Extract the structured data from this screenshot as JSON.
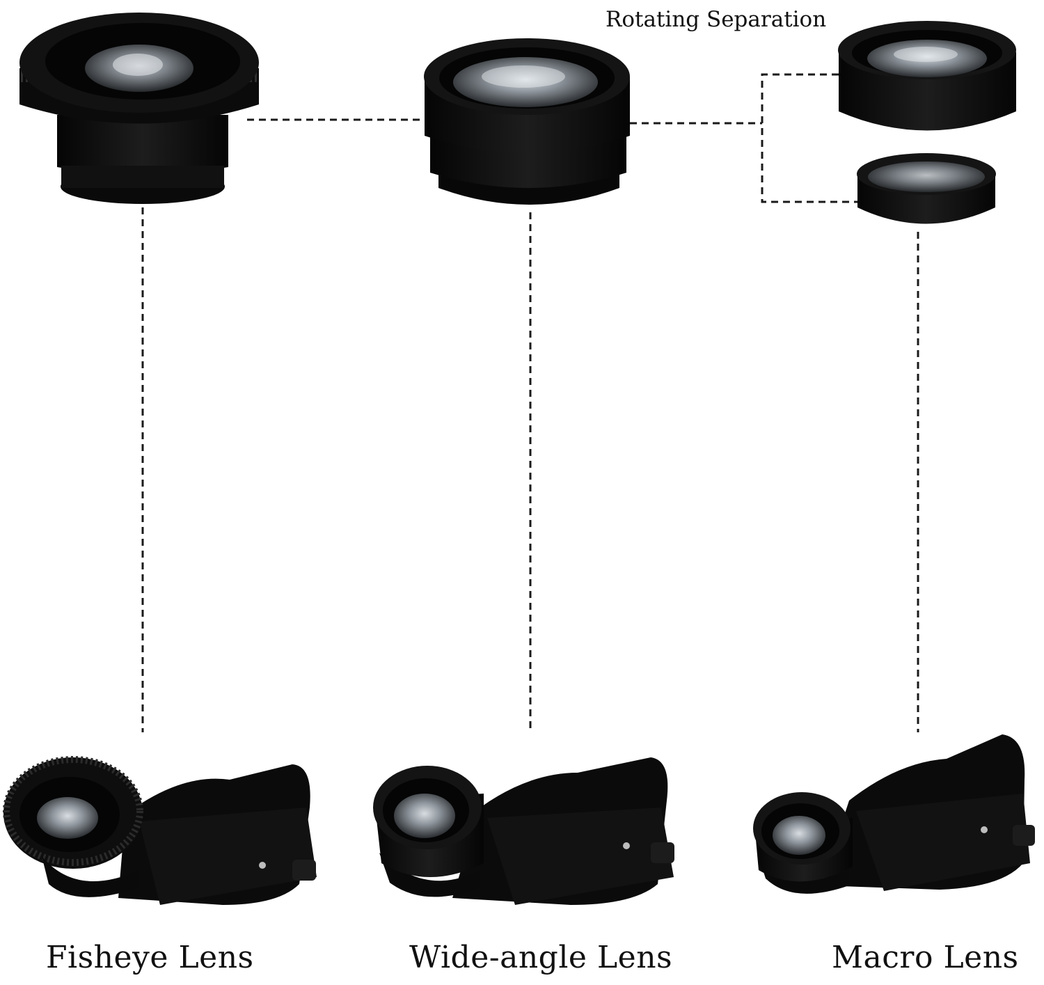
{
  "annotations": {
    "rotating_separation": "Rotating Separation"
  },
  "captions": {
    "fisheye": "Fisheye Lens",
    "wide_angle": "Wide-angle Lens",
    "macro": "Macro Lens"
  },
  "icons": {
    "lens": "camera-lens-icon",
    "clip": "phone-clip-icon"
  },
  "colors": {
    "background": "#ffffff",
    "lens_body": "#0c0c0c",
    "glass": "#9aa0a6",
    "connector": "#1a1a1a"
  }
}
